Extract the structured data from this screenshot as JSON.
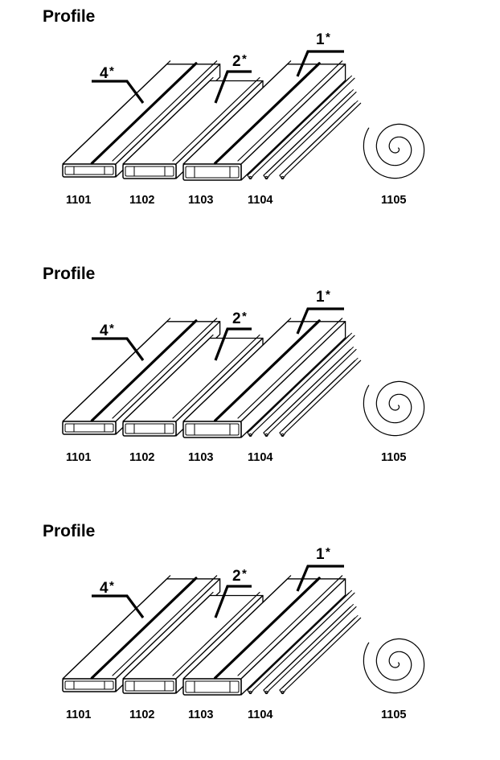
{
  "panels": [
    {
      "title": "Profile",
      "callouts": [
        "4",
        "2",
        "1"
      ],
      "callout_mark": "*",
      "codes": [
        "1101",
        "1102",
        "1103",
        "1104",
        "1105"
      ]
    },
    {
      "title": "Profile",
      "callouts": [
        "4",
        "2",
        "1"
      ],
      "callout_mark": "*",
      "codes": [
        "1101",
        "1102",
        "1103",
        "1104",
        "1105"
      ]
    },
    {
      "title": "Profile",
      "callouts": [
        "4",
        "2",
        "1"
      ],
      "callout_mark": "*",
      "codes": [
        "1101",
        "1102",
        "1103",
        "1104",
        "1105"
      ]
    }
  ],
  "colors": {
    "ink": "#000000",
    "paper": "#ffffff"
  },
  "icons": [
    "profile-duct-icon",
    "profile-strip-icon",
    "spiral-wrap-icon"
  ]
}
